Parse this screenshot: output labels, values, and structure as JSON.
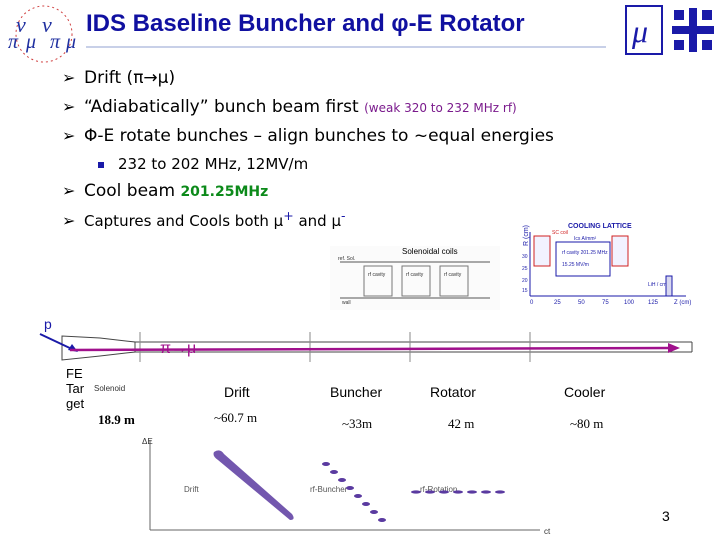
{
  "slide": {
    "title": "IDS Baseline Buncher and φ-E Rotator",
    "page_number": "3"
  },
  "bullets": [
    {
      "text": "Drift (π→μ)"
    },
    {
      "text": "“Adiabatically” bunch beam first",
      "rf": "(weak 320 to 232 MHz rf)"
    },
    {
      "text": "Φ-E rotate bunches – align bunches to ~equal energies"
    },
    {
      "sub": true,
      "text": "232 to 202 MHz, 12MV/m"
    },
    {
      "text": "Cool beam",
      "rf": "201.25MHz"
    },
    {
      "text": "Captures and Cools both μ",
      "pos": "+",
      "and": " and μ",
      "neg": "-"
    }
  ],
  "cooling_lattice": {
    "title": "COOLING LATTICE",
    "y_label": "R (cm)",
    "x_label": "Z (cm)",
    "x_ticks": [
      "0",
      "25",
      "50",
      "75",
      "100",
      "125"
    ],
    "y_ticks": [
      "30",
      "25",
      "20",
      "15"
    ],
    "notes": [
      "SC coil",
      "rf cavity 201.25 MHz",
      "15.25 MV/m",
      "LiH / cm",
      "Ics A/mm²"
    ]
  },
  "solenoid_diagram": {
    "title": "Solenoidal coils",
    "cavities": [
      "rf cavity",
      "rf cavity",
      "rf cavity"
    ],
    "labels": [
      "ref. Sol.",
      "wall"
    ]
  },
  "beamline": {
    "p_label": "p",
    "pi_mu": "π→μ",
    "target_label": [
      "FE",
      "Tar",
      "get"
    ],
    "solenoid": "Solenoid",
    "sections": [
      {
        "name": "Drift",
        "length": "~60.7 m"
      },
      {
        "name": "Buncher",
        "length": "~33m"
      },
      {
        "name": "Rotator",
        "length": "42 m"
      },
      {
        "name": "Cooler",
        "length": "~80 m"
      }
    ],
    "target_length": "18.9 m"
  },
  "phase_plot": {
    "y_label": "ΔE",
    "x_label": "ct",
    "regions": [
      "Drift",
      "rf-Buncher",
      "rf-Rotation"
    ]
  },
  "colors": {
    "title": "#1010a0",
    "accent_blue": "#1a1aa8",
    "rf_text": "#7a1a8c",
    "freq_green": "#0c8a1a",
    "beam_arrow": "#a0108c",
    "phase_blob": "#5a3aa0"
  }
}
